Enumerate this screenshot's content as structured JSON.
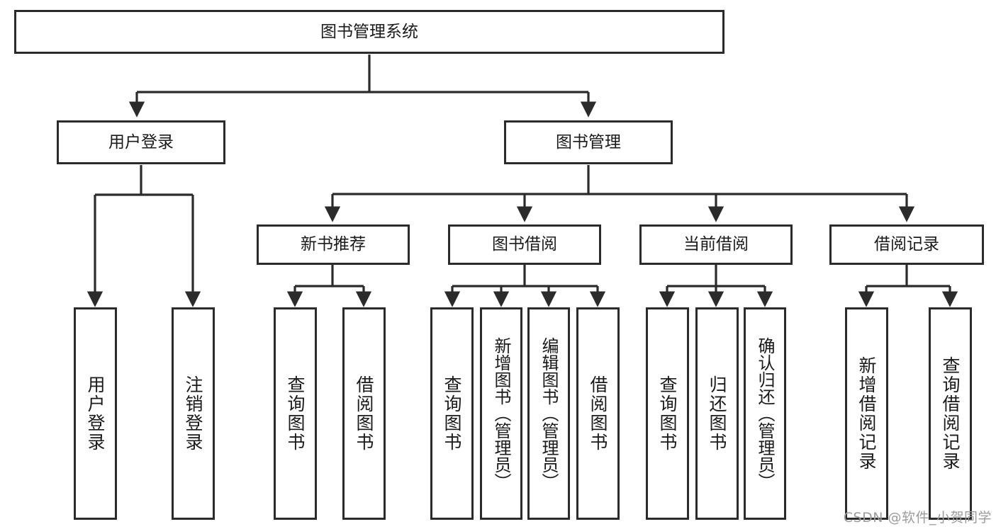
{
  "diagram": {
    "type": "tree",
    "title": "图书管理系统",
    "watermark": "CSDN @软件_小贺同学",
    "colors": {
      "box_border": "#2b2b2b",
      "box_fill": "#ffffff",
      "connector": "#2b2b2b",
      "text": "#1a1a1a",
      "watermark": "#9b9b9b"
    },
    "nodes": {
      "root": "图书管理系统",
      "level2": [
        "用户登录",
        "图书管理"
      ],
      "level3": [
        "新书推荐",
        "图书借阅",
        "当前借阅",
        "借阅记录"
      ],
      "leaves": {
        "user_login": [
          "用户登录",
          "注销登录"
        ],
        "new_book": [
          "查询图书",
          "借阅图书"
        ],
        "book_borrow": [
          "查询图书",
          "新增图书（管理员）",
          "编辑图书（管理员）",
          "借阅图书"
        ],
        "current_borrow": [
          "查询图书",
          "归还图书",
          "确认归还（管理员）"
        ],
        "borrow_record": [
          "新增借阅记录",
          "查询借阅记录"
        ]
      }
    }
  }
}
